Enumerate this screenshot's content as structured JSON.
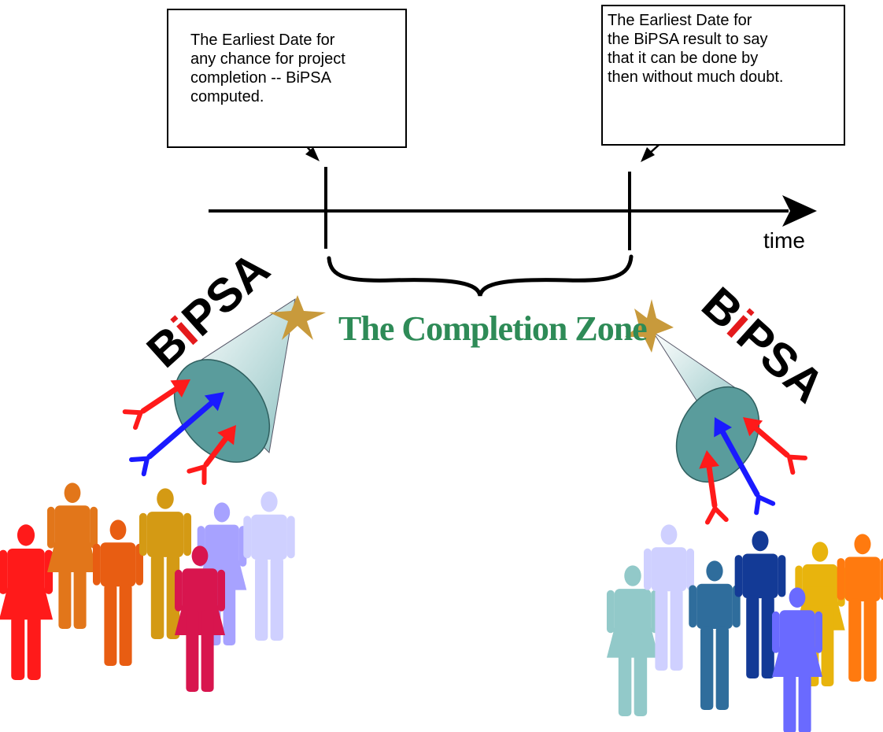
{
  "callouts": {
    "left": "The Earliest Date for\nany chance for project\ncompletion -- BiPSA\ncomputed.",
    "right": "The Earliest Date for\nthe BiPSA result to say\nthat it can be done by\nthen without much doubt."
  },
  "axis": {
    "label": "time"
  },
  "zone": {
    "label": "The Completion Zone",
    "color": "#2e8b57"
  },
  "brand": {
    "parts": [
      "B",
      "i",
      "PSA"
    ],
    "colors": [
      "#000000",
      "#e41a1c",
      "#000000"
    ]
  },
  "icons": [
    "star-icon",
    "spotlight-icon",
    "antibody-icon",
    "person-icon"
  ],
  "colors": {
    "antibody_red": "#ff1a1a",
    "antibody_blue": "#1a1aff",
    "star": "#c89a3c"
  },
  "crowds": {
    "left": [
      {
        "color": "#ff1a1a",
        "gender": "female"
      },
      {
        "color": "#e2761a",
        "gender": "female"
      },
      {
        "color": "#e85d12",
        "gender": "male"
      },
      {
        "color": "#d49a14",
        "gender": "male"
      },
      {
        "color": "#a7a2ff",
        "gender": "female"
      },
      {
        "color": "#cfd0ff",
        "gender": "male"
      },
      {
        "color": "#d8154e",
        "gender": "female"
      }
    ],
    "right": [
      {
        "color": "#92c9c9",
        "gender": "female"
      },
      {
        "color": "#cfd0ff",
        "gender": "male"
      },
      {
        "color": "#2f6d9c",
        "gender": "male"
      },
      {
        "color": "#133a96",
        "gender": "male"
      },
      {
        "color": "#e8b40d",
        "gender": "female"
      },
      {
        "color": "#ff7a0f",
        "gender": "male"
      },
      {
        "color": "#6a6aff",
        "gender": "female"
      }
    ]
  }
}
